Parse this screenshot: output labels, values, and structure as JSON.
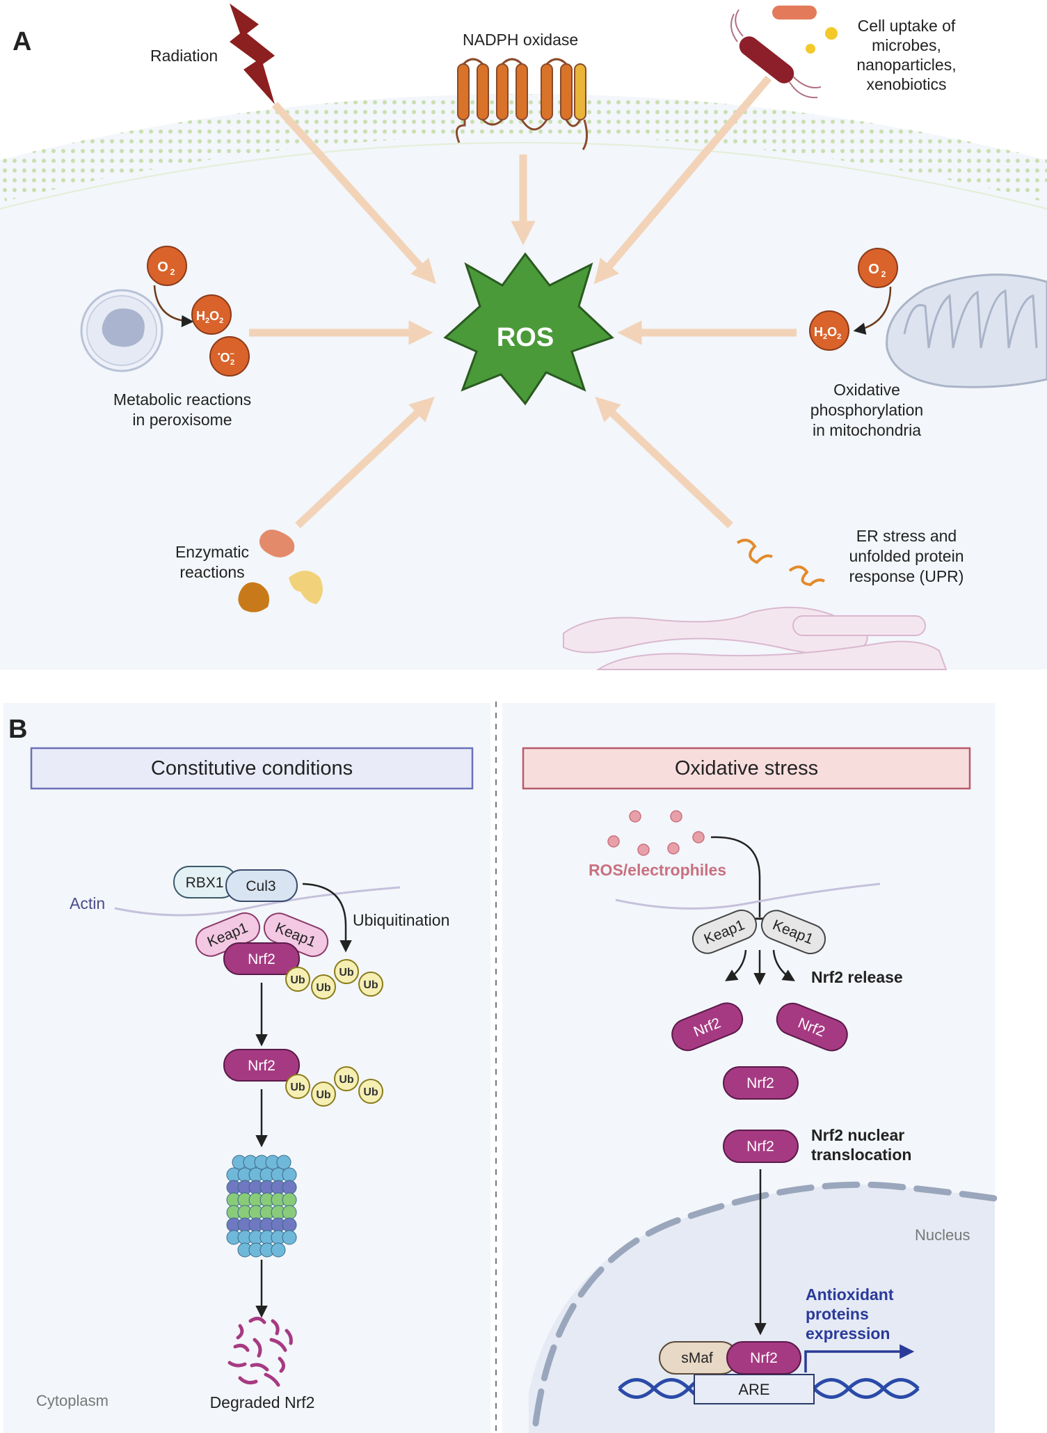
{
  "panel_a": {
    "letter": "A",
    "center": "ROS",
    "radiation": "Radiation",
    "nadph": "NADPH oxidase",
    "uptake": [
      "Cell uptake of",
      "microbes,",
      "nanoparticles,",
      "xenobiotics"
    ],
    "peroxisome": [
      "Metabolic reactions",
      "in peroxisome"
    ],
    "mito": [
      "Oxidative",
      "phosphorylation",
      "in mitochondria"
    ],
    "enzymatic": [
      "Enzymatic",
      "reactions"
    ],
    "er": [
      "ER stress and",
      "unfolded protein",
      "response (UPR)"
    ],
    "o2": "O",
    "o2_sub": "2",
    "h2o2_a": "H",
    "h2o2_b": "2",
    "h2o2_c": "O",
    "h2o2_d": "2",
    "superoxide_dot": "•",
    "superoxide_o": "O",
    "superoxide_sub": "2",
    "superoxide_sup": "−"
  },
  "panel_b": {
    "letter": "B",
    "left_header": "Constitutive conditions",
    "right_header": "Oxidative stress",
    "actin": "Actin",
    "rbx1": "RBX1",
    "cul3": "Cul3",
    "keap1": "Keap1",
    "nrf2": "Nrf2",
    "ub": "Ub",
    "ubiquitination": "Ubiquitination",
    "degraded": "Degraded Nrf2",
    "cytoplasm": "Cytoplasm",
    "ros_electrophiles": "ROS/electrophiles",
    "nrf2_release": "Nrf2 release",
    "nuclear_translocation": [
      "Nrf2 nuclear",
      "translocation"
    ],
    "nucleus": "Nucleus",
    "antioxidant": [
      "Antioxidant",
      "proteins",
      "expression"
    ],
    "smaf": "sMaf",
    "are": "ARE"
  },
  "colors": {
    "arrow": "#f2d3b8",
    "ros_green": "#4a9a3a",
    "molecule_orange": "#d9632a",
    "nrf2_purple": "#a63a82",
    "keap1_pink": "#f3c8e3",
    "ub_yellow": "#f5efb4",
    "header_left_bg": "#e9ebf8",
    "header_left_border": "#6a70b8",
    "header_right_bg": "#f8dddd",
    "header_right_border": "#b85a6a",
    "dna_blue": "#2a4aa8",
    "antioxidant_blue": "#2a3a98",
    "ros_dots": "#e8a0a8"
  }
}
